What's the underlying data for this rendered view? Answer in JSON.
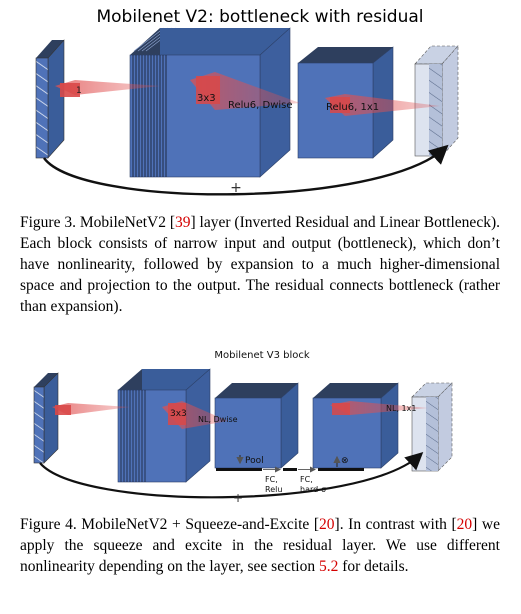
{
  "figure3": {
    "title": "Mobilenet V2: bottleneck with residual",
    "labels": {
      "conv1": "1",
      "conv3": "3x3",
      "relu_dwise": "Relu6, Dwise",
      "relu_1x1": "Relu6, 1x1",
      "plus": "+"
    },
    "caption": {
      "prefix": "Figure 3. MobileNetV2 [",
      "ref": "39",
      "suffix": "] layer (Inverted Residual and Linear Bottleneck). Each block consists of narrow input and output (bottleneck), which don’t have nonlinearity, followed by expansion to a much higher-dimensional space and projection to the output. The residual connects bottleneck (rather than expansion)."
    }
  },
  "figure4": {
    "title": "Mobilenet V3 block",
    "labels": {
      "conv3": "3x3",
      "nl_dwise": "NL, Dwise",
      "nl_1x1": "NL, 1x1",
      "pool": "Pool",
      "fc_relu_1": "FC,",
      "fc_relu_2": "Relu",
      "fc_hard_1": "FC,",
      "fc_hard_2": "hard-σ",
      "mult": "⊗",
      "plus": "+"
    },
    "caption": {
      "p1": "Figure 4. MobileNetV2 + Squeeze-and-Excite [",
      "ref1": "20",
      "p2": "]. In contrast with [",
      "ref2": "20",
      "p3": "] we apply the squeeze and excite in the residual layer. We use different nonlinearity depending on the layer, see section ",
      "ref3": "5.2",
      "p4": " for details."
    }
  },
  "colors": {
    "block_front": "#4f72b8",
    "block_top": "#2e3f5e",
    "block_side": "#3a5d9a",
    "input_face": "#aab7d3",
    "highlight": "#e05050",
    "ref": "#d40000"
  }
}
